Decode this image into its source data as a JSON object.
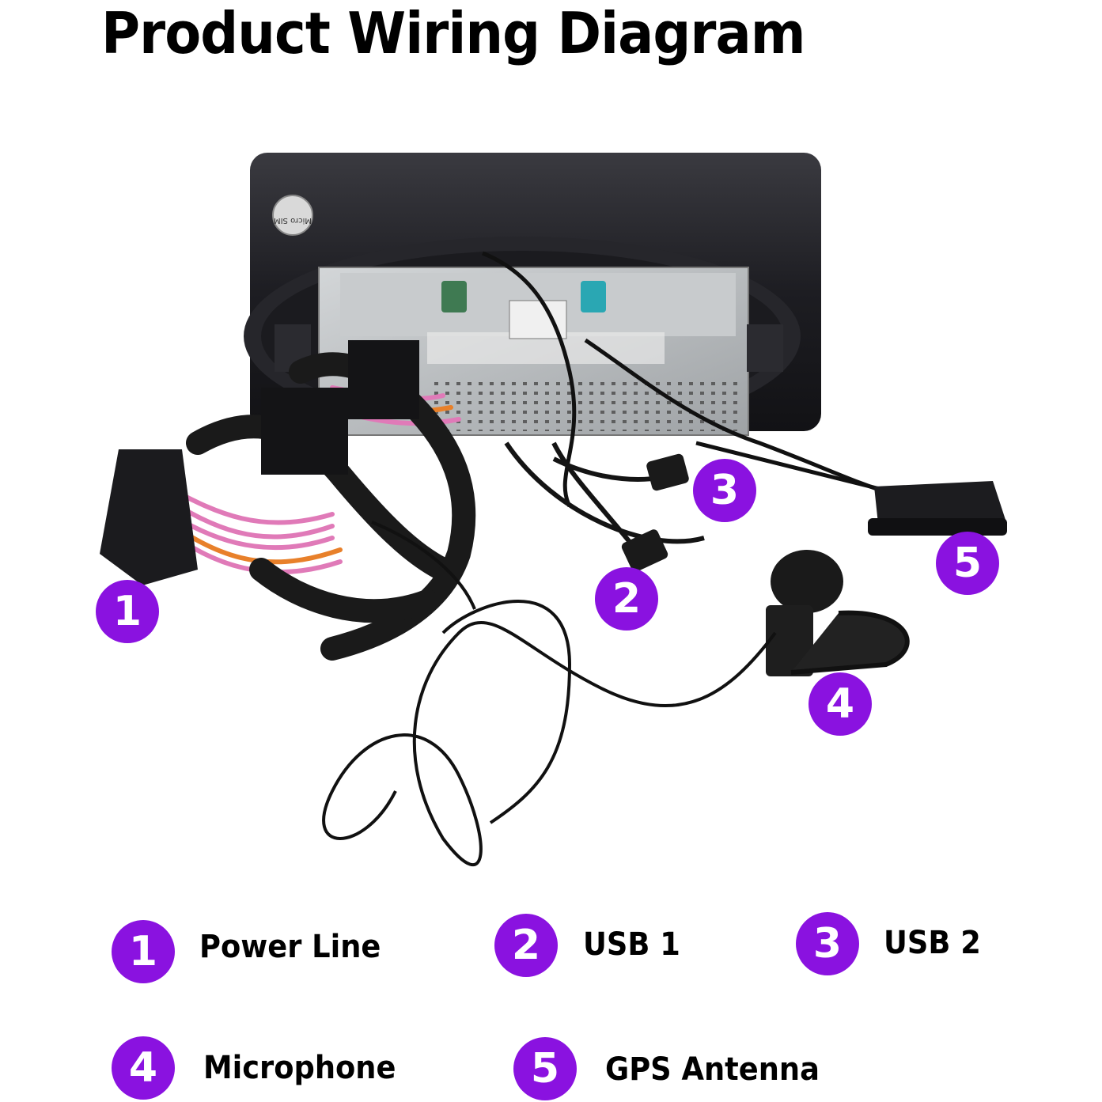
{
  "title": "Product Wiring Diagram",
  "colors": {
    "badge": "#8a12e0",
    "housing": "#1e1e22",
    "metal": "#b9bcbf",
    "wire_pink": "#e07ab8",
    "wire_orange": "#e8802a",
    "teal_connector": "#2aa7b3",
    "green_connector": "#3f7a52"
  },
  "device": {
    "sim_label": "Micro SIM"
  },
  "callouts": [
    {
      "number": "1"
    },
    {
      "number": "2"
    },
    {
      "number": "3"
    },
    {
      "number": "4"
    },
    {
      "number": "5"
    }
  ],
  "legend": [
    {
      "number": "1",
      "label": "Power Line"
    },
    {
      "number": "2",
      "label": "USB 1"
    },
    {
      "number": "3",
      "label": "USB 2"
    },
    {
      "number": "4",
      "label": "Microphone"
    },
    {
      "number": "5",
      "label": "GPS Antenna"
    }
  ]
}
